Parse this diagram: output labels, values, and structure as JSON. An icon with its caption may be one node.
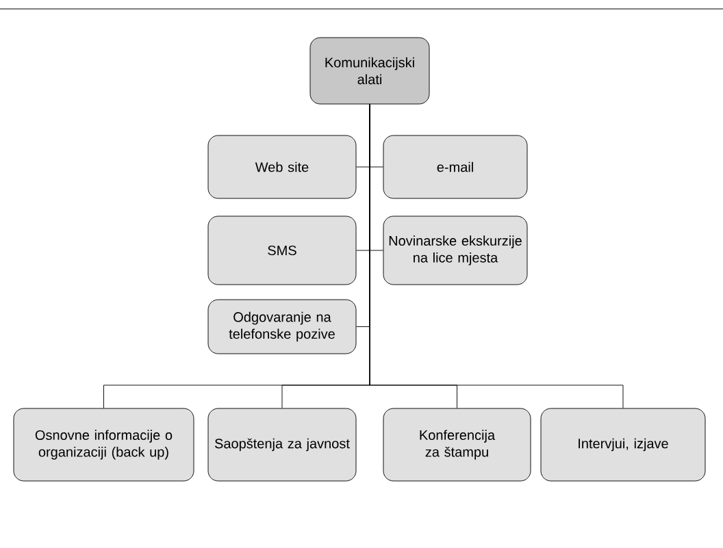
{
  "diagram": {
    "nodes": [
      {
        "text": [
          "Komunikacijski alati"
        ]
      },
      {
        "text": [
          "Web site"
        ]
      },
      {
        "text": [
          "e-mail"
        ]
      },
      {
        "text": [
          "SMS"
        ]
      },
      {
        "text": [
          "Novinarske ekskurzije na lice mjesta"
        ]
      },
      {
        "text": [
          "Odgovaranje na telefonske pozive"
        ]
      },
      {
        "text": [
          "Osnovne informacije o organizaciji (back up)"
        ]
      },
      {
        "text": [
          "Saopštenja za javnost"
        ]
      },
      {
        "text": [
          "Konferencija za štampu"
        ]
      },
      {
        "text": [
          "Intervjui, izjave"
        ]
      }
    ],
    "edges": [
      {
        "from": 0,
        "to": 1,
        "arrow": "none"
      },
      {
        "from": 0,
        "to": 2,
        "arrow": "none"
      },
      {
        "from": 0,
        "to": 3,
        "arrow": "none"
      },
      {
        "from": 0,
        "to": 4,
        "arrow": "none"
      },
      {
        "from": 0,
        "to": 5,
        "arrow": "none"
      },
      {
        "from": 0,
        "to": 6,
        "arrow": "none"
      },
      {
        "from": 0,
        "to": 7,
        "arrow": "none"
      },
      {
        "from": 0,
        "to": 8,
        "arrow": "none"
      },
      {
        "from": 0,
        "to": 9,
        "arrow": "none"
      }
    ]
  }
}
